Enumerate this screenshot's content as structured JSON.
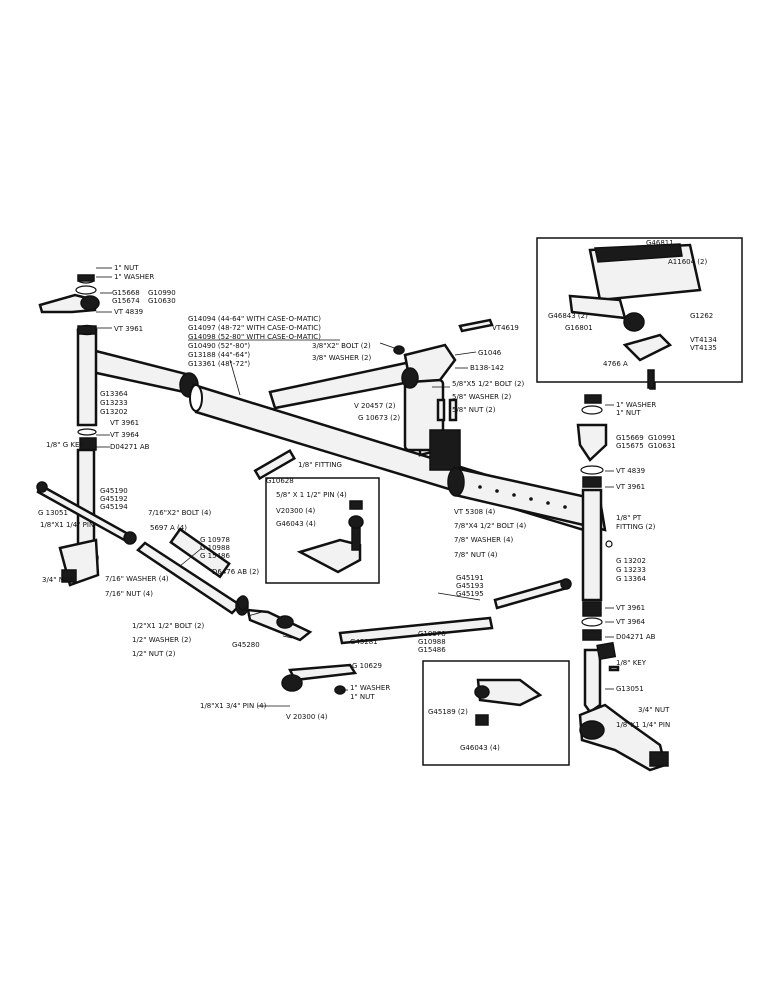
{
  "labels": {
    "nut_top_left": "1\" NUT",
    "washer_top_left": "1\" WASHER",
    "g15668": "G15668",
    "g15674": "G15674",
    "g10990": "G10990",
    "g10630": "G10630",
    "vt4839_left": "VT 4839",
    "vt3961_left_top": "VT 3961",
    "axle_models_1": "G14094 (44-64\" WITH CASE-O-MATIC)",
    "axle_models_2": "G14097 (48-72\" WITH CASE-O-MATIC)",
    "axle_models_3": "G14098 (52-80\" WITH CASE-O-MATIC)",
    "axle_models_4": "G10490  (52\"-80\")",
    "axle_models_5": "G13188  (44\"-64\")",
    "axle_models_6": "G13361  (48\"-72\")",
    "g13364_l": "G13364",
    "g13233_l": "G13233",
    "g13202_l": "G13202",
    "vt3961_left_mid": "VT 3961",
    "vt3964_left": "VT 3964",
    "d04271ab_left": "D04271 AB",
    "key_left": "1/8\" G KEY",
    "g13051_left": "G 13051",
    "pin_left": "1/8\"X1 1/4\" PIN",
    "nut_left": "3/4\" NUT",
    "g45190": "G45190",
    "g45192": "G45192",
    "g45194": "G45194",
    "bolt_left": "7/16\"X2\" BOLT (4)",
    "n5697a": "5697 A (4)",
    "g10978_l": "G 10978",
    "g10988_l": "G 10988",
    "g15486_l": "G 15486",
    "washer_left4": "7/16\" WASHER (4)",
    "nut_left4": "7/16\" NUT (4)",
    "d06476ab": "D6476 AB (2)",
    "bolt_x2": "3/8\"X2\" BOLT (2)",
    "washer_x2": "3/8\" WASHER (2)",
    "vt4619": "VT4619",
    "g1046": "G1046",
    "b138142": "B138-142",
    "v20457": "V 20457 (2)",
    "g10673": "G 10673 (2)",
    "bolt_5half": "5/8\"X5 1/2\" BOLT (2)",
    "washer_58": "5/8\" WASHER (2)",
    "nut_58": "5/8\" NUT (2)",
    "g10628": "G10628",
    "fitting_18": "1/8\" FITTING",
    "pin_detail": "5/8\" X 1 1/2\" PIN (4)",
    "v20300_detail": "V20300 (4)",
    "g46043_detail": "G46043 (4)",
    "vt5308": "VT 5308 (4)",
    "bolt_4half": "7/8\"X4 1/2\" BOLT (4)",
    "washer_78": "7/8\" WASHER (4)",
    "nut_78": "7/8\" NUT (4)",
    "g46811": "G46811",
    "a11604": "A11604 (2)",
    "g46843": "G46843 (2)",
    "g16801": "G16801",
    "g1262": "G1262",
    "vt4134": "VT4134",
    "vt4135": "VT4135",
    "n4766a": "4766 A",
    "washer_right_top": "1\" WASHER",
    "nut_right_top": "1\" NUT",
    "g15669": "G15669",
    "g15675": "G15675",
    "g10991": "G10991",
    "g10631": "G10631",
    "vt4839_right": "VT 4839",
    "vt3961_right_top": "VT 3961",
    "fitting_pt": "1/8\" PT",
    "fitting_pt2": "FITTING (2)",
    "g13202_r": "G 13202",
    "g13233_r": "G 13233",
    "g13364_r": "G 13364",
    "vt3961_right_mid": "VT 3961",
    "vt3964_right": "VT 3964",
    "d04271ab_right": "D04271 AB",
    "key_right": "1/8\" KEY",
    "g13051_right": "G13051",
    "nut_right": "3/4\" NUT",
    "pin_right": "1/8\"X1 1/4\" PIN",
    "g45191": "G45191",
    "g45193": "G45193",
    "g45195": "G45195",
    "g10978_r": "G10978",
    "g10988_r": "G10988",
    "g15486_r": "G15486",
    "bolt_12": "1/2\"X1 1/2\" BOLT (2)",
    "washer_12": "1/2\" WASHER (2)",
    "nut_12": "1/2\" NUT (2)",
    "g45280": "G45280",
    "g45281": "G45281",
    "g10629": "G 10629",
    "washer_1_bottom": "1\" WASHER",
    "nut_1_bottom": "1\" NUT",
    "pin_bottom": "1/8\"X1 3/4\" PIN (4)",
    "v20300_bottom": "V 20300 (4)",
    "g45189": "G45189 (2)",
    "g46043_bottom": "G46043 (4)"
  }
}
